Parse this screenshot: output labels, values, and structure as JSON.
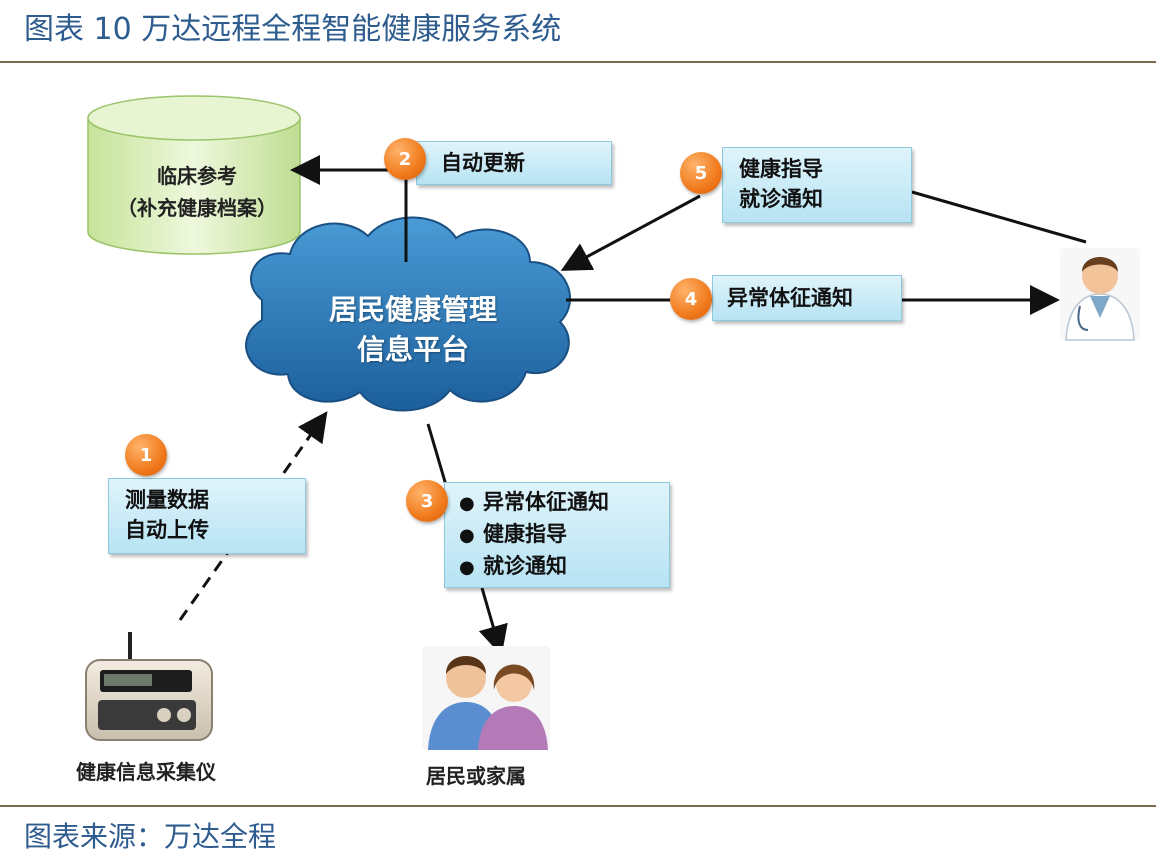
{
  "header": {
    "title": "图表  10  万达远程全程智能健康服务系统"
  },
  "diagram": {
    "database": {
      "line1": "临床参考",
      "line2": "（补充健康档案）"
    },
    "cloud": {
      "line1": "居民健康管理",
      "line2": "信息平台"
    },
    "steps": [
      {
        "number": "1",
        "lines": [
          "测量数据",
          "自动上传"
        ]
      },
      {
        "number": "2",
        "lines": [
          "自动更新"
        ]
      },
      {
        "number": "3",
        "bullet": "●",
        "items": [
          "异常体征通知",
          "健康指导",
          "就诊通知"
        ]
      },
      {
        "number": "4",
        "lines": [
          "异常体征通知"
        ]
      },
      {
        "number": "5",
        "lines": [
          "健康指导",
          "就诊通知"
        ]
      }
    ],
    "device": {
      "label": "健康信息采集仪"
    },
    "residents": {
      "label": "居民或家属"
    }
  },
  "footer": {
    "source": "图表来源：万达全程"
  },
  "colors": {
    "header_text": "#2f5c8f",
    "rule": "#7b6b55",
    "cloud": "#1f6fae",
    "box": "#bfe6f4",
    "badge": "#f07a1c",
    "database": "#d6ecb2"
  }
}
